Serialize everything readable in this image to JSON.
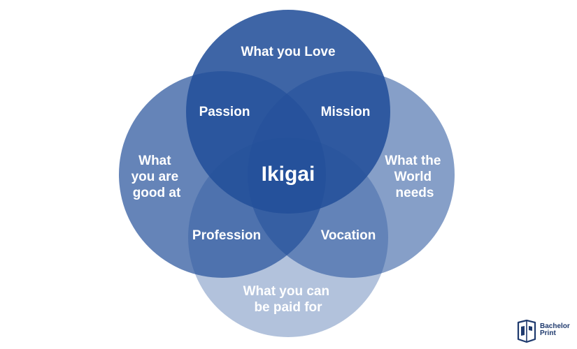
{
  "diagram": {
    "circles": {
      "love": {
        "label": "What you Love",
        "color": "#23509a",
        "opacity": 0.88
      },
      "good_at": {
        "label_lines": [
          "What",
          "you are",
          "good at"
        ],
        "color": "#23509a",
        "opacity": 0.7
      },
      "world_needs": {
        "label_lines": [
          "What the",
          "World",
          "needs"
        ],
        "color": "#23509a",
        "opacity": 0.55
      },
      "paid_for": {
        "label_lines": [
          "What you can",
          "be paid for"
        ],
        "color": "#23509a",
        "opacity": 0.35
      }
    },
    "overlaps": {
      "passion": "Passion",
      "mission": "Mission",
      "profession": "Profession",
      "vocation": "Vocation",
      "center": "Ikigai"
    }
  },
  "logo": {
    "line1": "Bachelor",
    "line2": "Print",
    "icon": "book-logo-icon",
    "color": "#1f3a6e"
  }
}
